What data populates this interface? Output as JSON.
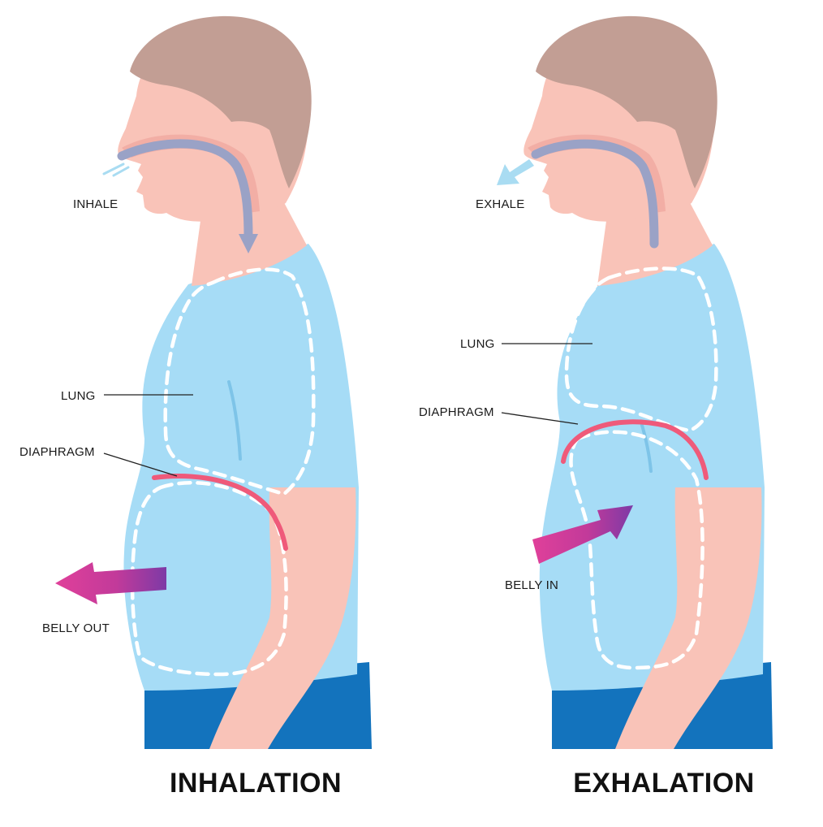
{
  "panels": [
    {
      "title": "INHALATION",
      "breath_label": "INHALE",
      "lung_label": "LUNG",
      "diaphragm_label": "DIAPHRAGM",
      "belly_label": "BELLY OUT"
    },
    {
      "title": "EXHALATION",
      "breath_label": "EXHALE",
      "lung_label": "LUNG",
      "diaphragm_label": "DIAPHRAGM",
      "belly_label": "BELLY IN"
    }
  ],
  "colors": {
    "skin": "#f9c3b8",
    "skin_shadow": "#f0a9a0",
    "hair": "#c29e94",
    "shirt": "#a6dcf6",
    "pants": "#1373bd",
    "airway": "#9aa2c6",
    "diaphragm": "#ef5a7a",
    "belly_arrow": "#d83a96",
    "breath_arrow": "#a9dcf2"
  }
}
